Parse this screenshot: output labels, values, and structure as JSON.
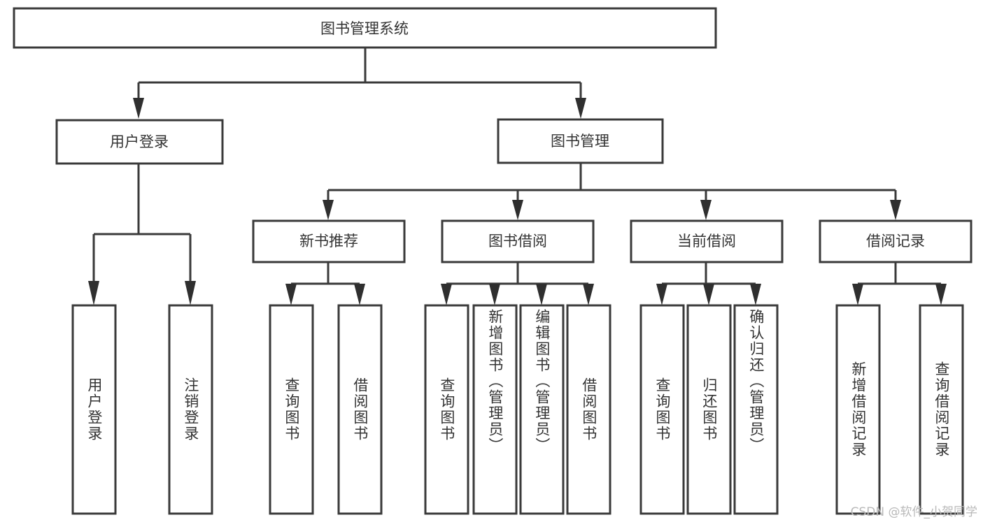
{
  "diagram": {
    "type": "tree",
    "title": "图书管理系统",
    "root": {
      "id": "root",
      "label": "图书管理系统"
    },
    "level1": [
      {
        "id": "user-login",
        "label": "用户登录"
      },
      {
        "id": "book-manage",
        "label": "图书管理"
      }
    ],
    "level2": [
      {
        "id": "new-book-rec",
        "label": "新书推荐",
        "parent": "book-manage"
      },
      {
        "id": "book-borrow",
        "label": "图书借阅",
        "parent": "book-manage"
      },
      {
        "id": "current-borrow",
        "label": "当前借阅",
        "parent": "book-manage"
      },
      {
        "id": "borrow-record",
        "label": "借阅记录",
        "parent": "book-manage"
      }
    ],
    "leaves": [
      {
        "id": "leaf-user-login",
        "label": "用户登录",
        "parent": "user-login"
      },
      {
        "id": "leaf-logout",
        "label": "注销登录",
        "parent": "user-login"
      },
      {
        "id": "leaf-query-book-rec",
        "label": "查询图书",
        "parent": "new-book-rec"
      },
      {
        "id": "leaf-borrow-book-rec",
        "label": "借阅图书",
        "parent": "new-book-rec"
      },
      {
        "id": "leaf-query-book-borrow",
        "label": "查询图书",
        "parent": "book-borrow"
      },
      {
        "id": "leaf-add-book",
        "label": "新增图书（管理员）",
        "parent": "book-borrow"
      },
      {
        "id": "leaf-edit-book",
        "label": "编辑图书（管理员）",
        "parent": "book-borrow"
      },
      {
        "id": "leaf-borrow-book",
        "label": "借阅图书",
        "parent": "book-borrow"
      },
      {
        "id": "leaf-query-book-cur",
        "label": "查询图书",
        "parent": "current-borrow"
      },
      {
        "id": "leaf-return-book",
        "label": "归还图书",
        "parent": "current-borrow"
      },
      {
        "id": "leaf-confirm-return",
        "label": "确认归还（管理员）",
        "parent": "current-borrow"
      },
      {
        "id": "leaf-add-record",
        "label": "新增借阅记录",
        "parent": "borrow-record"
      },
      {
        "id": "leaf-query-record",
        "label": "查询借阅记录",
        "parent": "borrow-record"
      }
    ],
    "colors": {
      "background": "#ffffff",
      "box_fill": "#ffffff",
      "box_stroke": "#3a3a3a",
      "text": "#333333",
      "watermark": "#b9b9b9"
    }
  },
  "watermark": {
    "text": "CSDN @软件_小贺同学"
  }
}
